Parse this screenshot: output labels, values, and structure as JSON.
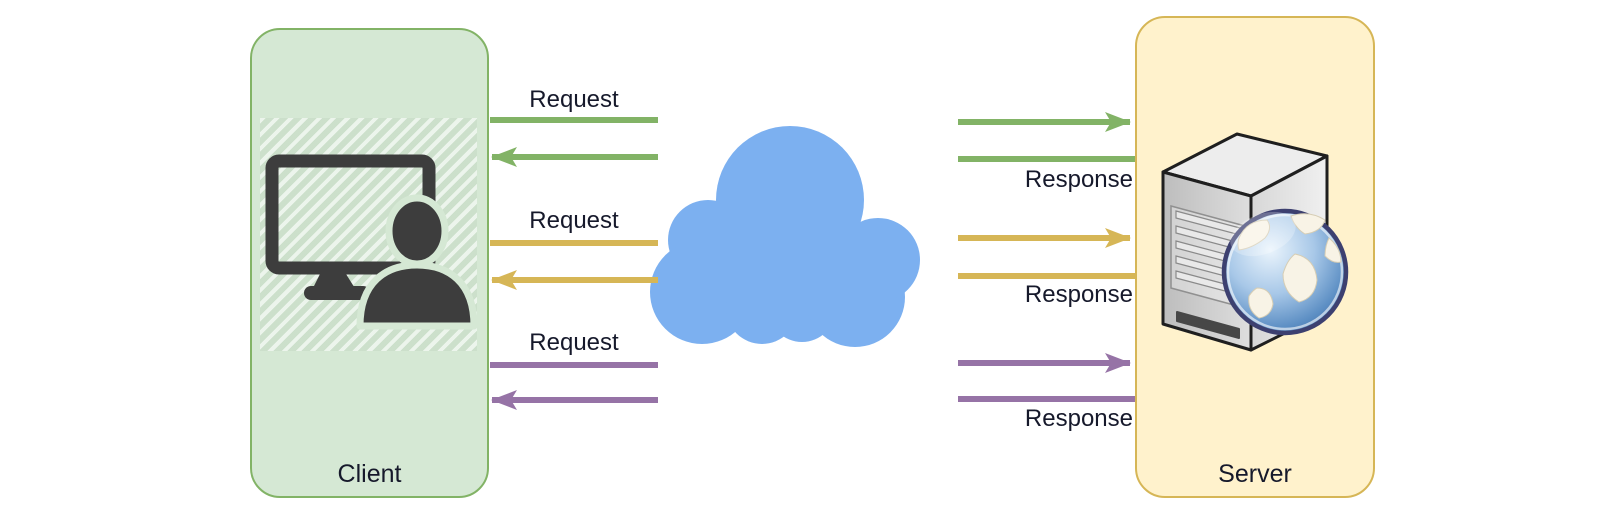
{
  "client": {
    "label": "Client",
    "icon": "user-at-computer-icon",
    "fill": "#D5E8D4",
    "border": "#82B366"
  },
  "server": {
    "label": "Server",
    "icon": "web-server-globe-icon",
    "fill": "#FFF2CC",
    "border": "#D6B656"
  },
  "network": {
    "icon": "cloud-icon",
    "fill": "#7CB0F0"
  },
  "flows": [
    {
      "id": "flow-green",
      "color": "#82B366",
      "request_label": "Request",
      "response_label": "Response"
    },
    {
      "id": "flow-yellow",
      "color": "#D6B656",
      "request_label": "Request",
      "response_label": "Response"
    },
    {
      "id": "flow-purple",
      "color": "#9673A6",
      "request_label": "Request",
      "response_label": "Response"
    }
  ],
  "colors": {
    "background": "#FFFFFF",
    "label_text": "#16192B",
    "icon_dark": "#3D3D3D"
  }
}
